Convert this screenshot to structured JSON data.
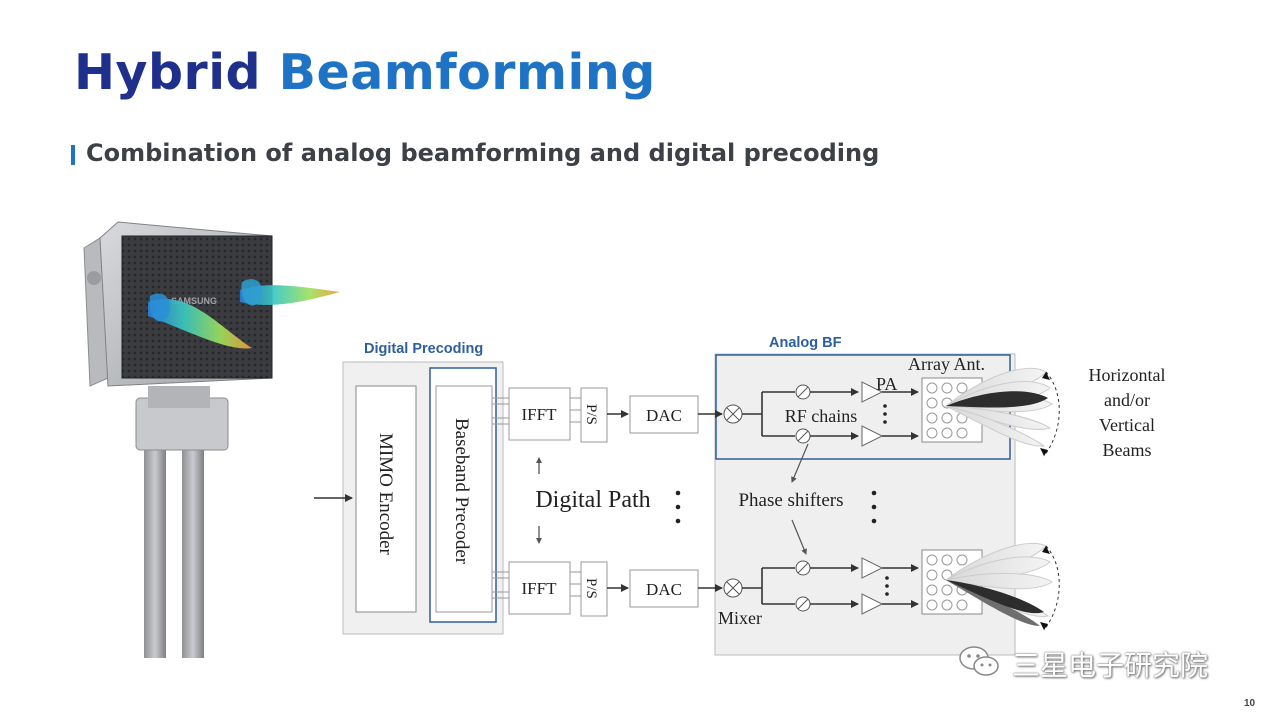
{
  "slide": {
    "title_part1": "Hybrid",
    "title_part2": "Beamforming",
    "subtitle": "Combination of analog beamforming and digital precoding",
    "page_number": "10",
    "watermark": "三星电子研究院"
  },
  "device": {
    "brand": "SAMSUNG"
  },
  "diagram": {
    "digital_precoding_label": "Digital Precoding",
    "analog_bf_label": "Analog BF",
    "mimo_encoder": "MIMO Encoder",
    "baseband_precoder": "Baseband Precoder",
    "ifft": "IFFT",
    "ps": "P/S",
    "dac": "DAC",
    "digital_path": "Digital Path",
    "rf_chains": "RF chains",
    "pa": "PA",
    "array_ant": "Array Ant.",
    "phase_shifters": "Phase shifters",
    "mixer": "Mixer",
    "beams_line1": "Horizontal",
    "beams_line2": "and/or",
    "beams_line3": "Vertical",
    "beams_line4": "Beams"
  },
  "colors": {
    "title_dark_blue": "#1e2f8c",
    "title_blue": "#1f73c4",
    "panel_blue": "#2e5e9e",
    "label_blue": "#2e5e9e"
  }
}
